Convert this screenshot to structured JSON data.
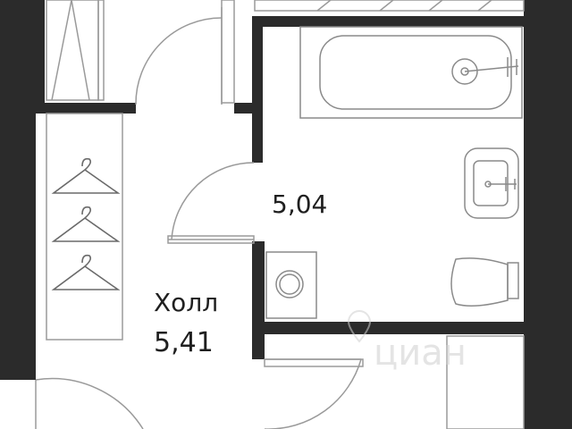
{
  "colors": {
    "wall": "#2b2b2b",
    "line": "#9a9a9a",
    "background": "#ffffff",
    "text": "#1f1f1f",
    "watermark": "#cfcfcf"
  },
  "rooms": [
    {
      "id": "bathroom",
      "name": "",
      "area": "5,04"
    },
    {
      "id": "hall",
      "name": "Холл",
      "area": "5,41"
    }
  ],
  "watermark": {
    "text": "циан",
    "icon": "location-pin-icon"
  },
  "fixtures": [
    "bathtub",
    "washbasin",
    "toilet",
    "washing-machine",
    "clothes-hanger",
    "clothes-hanger",
    "clothes-hanger"
  ]
}
